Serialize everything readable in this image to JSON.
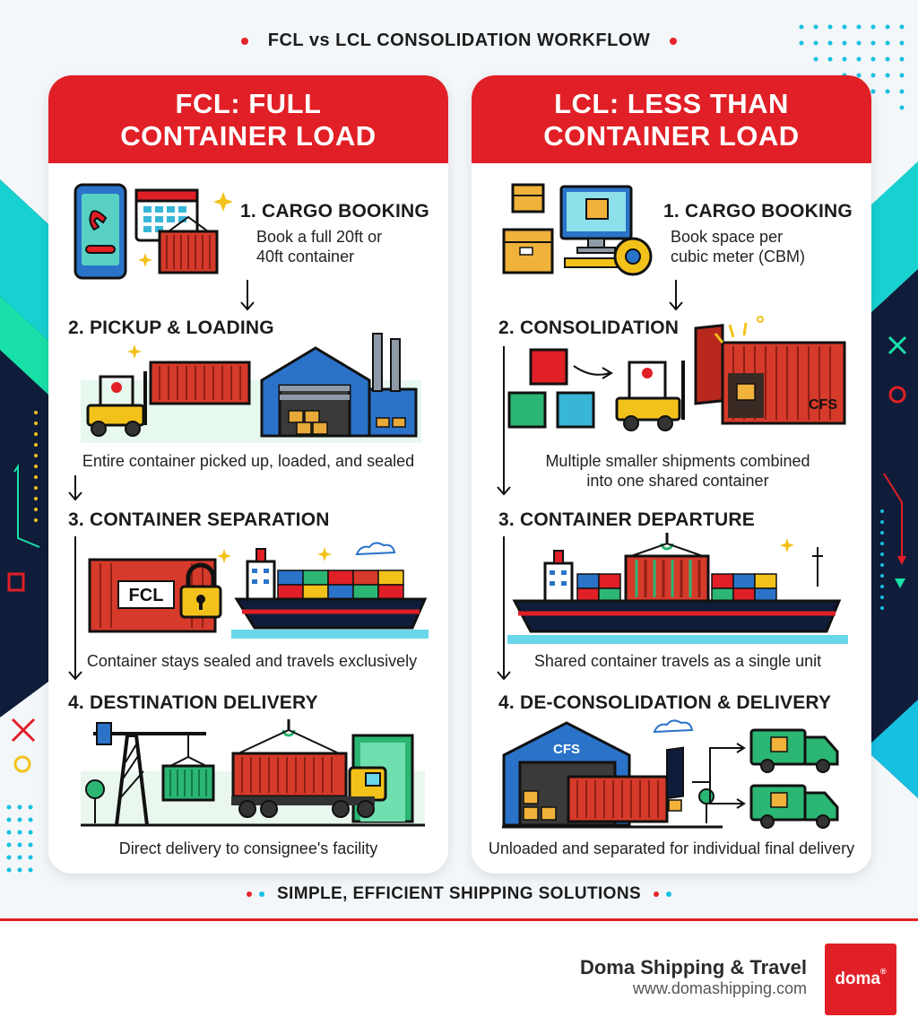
{
  "header": {
    "title": "FCL vs LCL CONSOLIDATION WORKFLOW"
  },
  "fcl": {
    "heading_line1": "FCL: FULL",
    "heading_line2": "CONTAINER LOAD",
    "steps": [
      {
        "title": "1. CARGO BOOKING",
        "text_line1": "Book a full 20ft or",
        "text_line2": "40ft container"
      },
      {
        "title": "2. PICKUP & LOADING",
        "text": "Entire container picked up, loaded, and sealed"
      },
      {
        "title": "3. CONTAINER SEPARATION",
        "text": "Container stays sealed and travels exclusively",
        "container_label": "FCL"
      },
      {
        "title": "4. DESTINATION DELIVERY",
        "text": "Direct delivery to consignee's facility"
      }
    ]
  },
  "lcl": {
    "heading_line1": "LCL: LESS THAN",
    "heading_line2": "CONTAINER LOAD",
    "steps": [
      {
        "title": "1. CARGO BOOKING",
        "text_line1": "Book space per",
        "text_line2": "cubic meter (CBM)"
      },
      {
        "title": "2. CONSOLIDATION",
        "text_line1": "Multiple smaller shipments combined",
        "text_line2": "into one shared container",
        "cfs_label": "CFS"
      },
      {
        "title": "3. CONTAINER DEPARTURE",
        "text": "Shared container travels as a single unit"
      },
      {
        "title": "4. DE-CONSOLIDATION & DELIVERY",
        "text": "Unloaded and separated for individual final delivery",
        "cfs_label": "CFS"
      }
    ]
  },
  "footer": {
    "tagline": "SIMPLE, EFFICIENT SHIPPING SOLUTIONS",
    "brand_name": "Doma Shipping & Travel",
    "brand_url": "www.domashipping.com",
    "logo_text": "doma",
    "logo_mark": "®"
  },
  "colors": {
    "accent_red": "#e11f26",
    "navy": "#0f1d3a",
    "teal": "#1ad1c8",
    "container_red": "#d63a2a"
  }
}
